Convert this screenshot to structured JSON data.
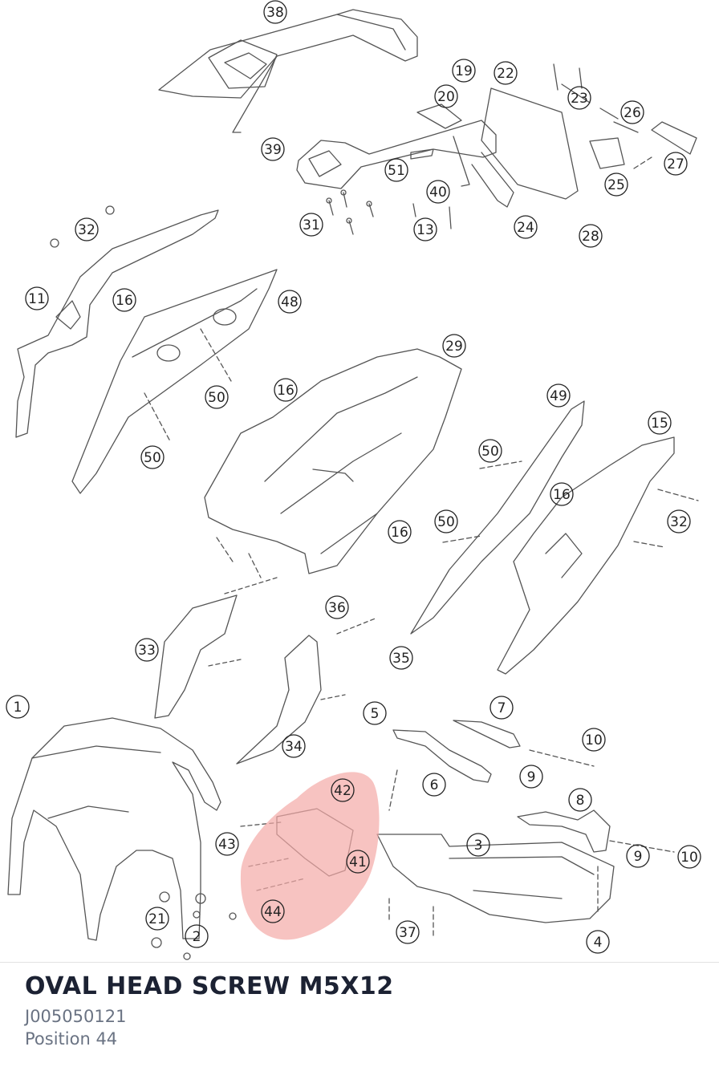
{
  "highlight_color": "#f4a9a6",
  "callouts": [
    {
      "id": "1",
      "label": "1"
    },
    {
      "id": "2",
      "label": "2"
    },
    {
      "id": "3",
      "label": "3"
    },
    {
      "id": "4",
      "label": "4"
    },
    {
      "id": "5",
      "label": "5"
    },
    {
      "id": "6",
      "label": "6"
    },
    {
      "id": "7",
      "label": "7"
    },
    {
      "id": "8",
      "label": "8"
    },
    {
      "id": "9a",
      "label": "9"
    },
    {
      "id": "9b",
      "label": "9"
    },
    {
      "id": "10a",
      "label": "10"
    },
    {
      "id": "10b",
      "label": "10"
    },
    {
      "id": "11",
      "label": "11"
    },
    {
      "id": "13",
      "label": "13"
    },
    {
      "id": "15",
      "label": "15"
    },
    {
      "id": "16a",
      "label": "16"
    },
    {
      "id": "16b",
      "label": "16"
    },
    {
      "id": "16c",
      "label": "16"
    },
    {
      "id": "16d",
      "label": "16"
    },
    {
      "id": "19",
      "label": "19"
    },
    {
      "id": "20",
      "label": "20"
    },
    {
      "id": "21",
      "label": "21"
    },
    {
      "id": "22",
      "label": "22"
    },
    {
      "id": "23",
      "label": "23"
    },
    {
      "id": "24",
      "label": "24"
    },
    {
      "id": "25",
      "label": "25"
    },
    {
      "id": "26",
      "label": "26"
    },
    {
      "id": "27",
      "label": "27"
    },
    {
      "id": "28",
      "label": "28"
    },
    {
      "id": "29",
      "label": "29"
    },
    {
      "id": "31",
      "label": "31"
    },
    {
      "id": "32a",
      "label": "32"
    },
    {
      "id": "32b",
      "label": "32"
    },
    {
      "id": "33",
      "label": "33"
    },
    {
      "id": "34",
      "label": "34"
    },
    {
      "id": "35",
      "label": "35"
    },
    {
      "id": "36",
      "label": "36"
    },
    {
      "id": "37",
      "label": "37"
    },
    {
      "id": "38",
      "label": "38"
    },
    {
      "id": "39",
      "label": "39"
    },
    {
      "id": "40",
      "label": "40"
    },
    {
      "id": "41",
      "label": "41"
    },
    {
      "id": "42",
      "label": "42"
    },
    {
      "id": "43",
      "label": "43"
    },
    {
      "id": "44",
      "label": "44"
    },
    {
      "id": "48",
      "label": "48"
    },
    {
      "id": "49",
      "label": "49"
    },
    {
      "id": "50a",
      "label": "50"
    },
    {
      "id": "50b",
      "label": "50"
    },
    {
      "id": "50c",
      "label": "50"
    },
    {
      "id": "50d",
      "label": "50"
    },
    {
      "id": "51",
      "label": "51"
    }
  ],
  "caption": {
    "title": "OVAL HEAD SCREW M5X12",
    "part_number": "J005050121",
    "position": "Position 44"
  }
}
